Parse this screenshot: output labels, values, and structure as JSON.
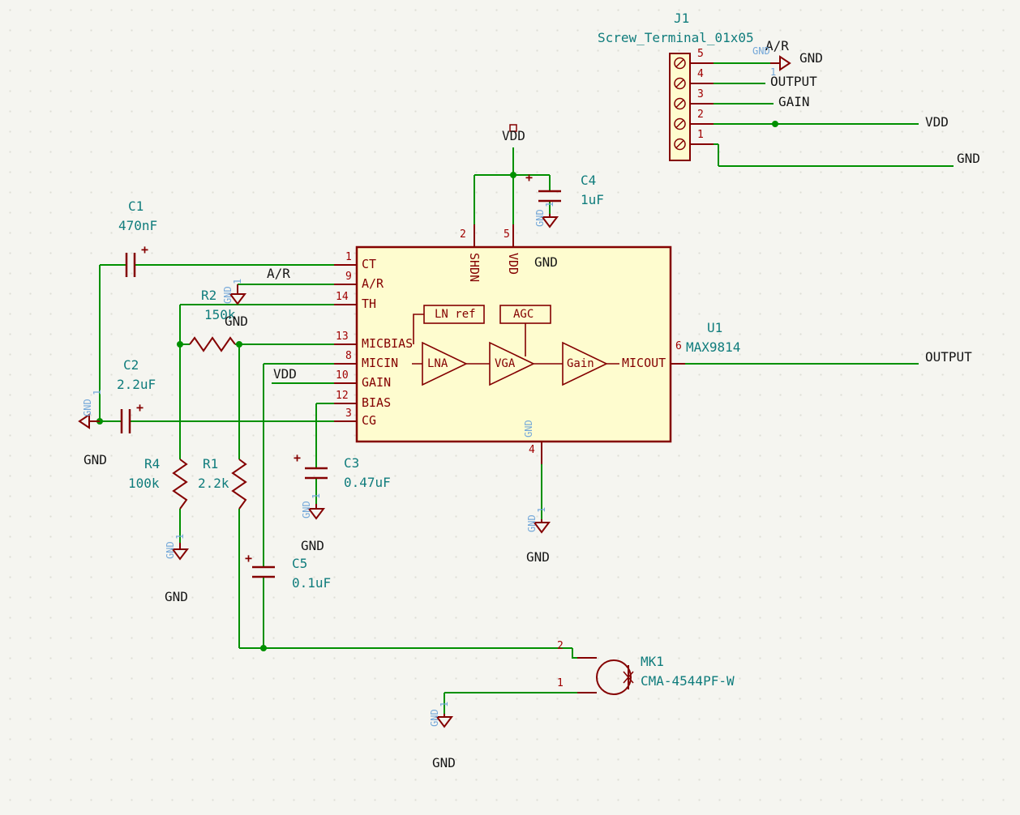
{
  "u1": {
    "ref": "U1",
    "value": "MAX9814",
    "pins_left": [
      {
        "num": "1",
        "name": "CT"
      },
      {
        "num": "9",
        "name": "A/R"
      },
      {
        "num": "14",
        "name": "TH"
      },
      {
        "num": "13",
        "name": "MICBIAS"
      },
      {
        "num": "8",
        "name": "MICIN"
      },
      {
        "num": "10",
        "name": "GAIN"
      },
      {
        "num": "12",
        "name": "BIAS"
      },
      {
        "num": "3",
        "name": "CG"
      }
    ],
    "pins_top": [
      {
        "num": "2",
        "name": "SHDN"
      },
      {
        "num": "5",
        "name": "VDD"
      }
    ],
    "pin_right": {
      "num": "6",
      "name": "MICOUT"
    },
    "pin_bottom": {
      "num": "4",
      "name": "GND"
    },
    "blocks": {
      "ln_ref": "LN ref",
      "agc": "AGC",
      "lna": "LNA",
      "vga": "VGA",
      "gain": "Gain"
    }
  },
  "j1": {
    "ref": "J1",
    "value": "Screw_Terminal_01x05",
    "pins": [
      "5",
      "4",
      "3",
      "2",
      "1"
    ]
  },
  "mk1": {
    "ref": "MK1",
    "value": "CMA-4544PF-W",
    "pin_top": "2",
    "pin_bottom": "1"
  },
  "caps": {
    "c1": {
      "ref": "C1",
      "value": "470nF"
    },
    "c2": {
      "ref": "C2",
      "value": "2.2uF"
    },
    "c3": {
      "ref": "C3",
      "value": "0.47uF"
    },
    "c4": {
      "ref": "C4",
      "value": "1uF"
    },
    "c5": {
      "ref": "C5",
      "value": "0.1uF"
    },
    "plus": "+"
  },
  "res": {
    "r1": {
      "ref": "R1",
      "value": "2.2k"
    },
    "r2": {
      "ref": "R2",
      "value": "150k"
    },
    "r4": {
      "ref": "R4",
      "value": "100k"
    }
  },
  "nets": {
    "vdd": "VDD",
    "gnd": "GND",
    "output": "OUTPUT",
    "gain": "GAIN",
    "ar": "A/R"
  },
  "power": {
    "hidden_name": "GND",
    "hidden_num": "1"
  }
}
